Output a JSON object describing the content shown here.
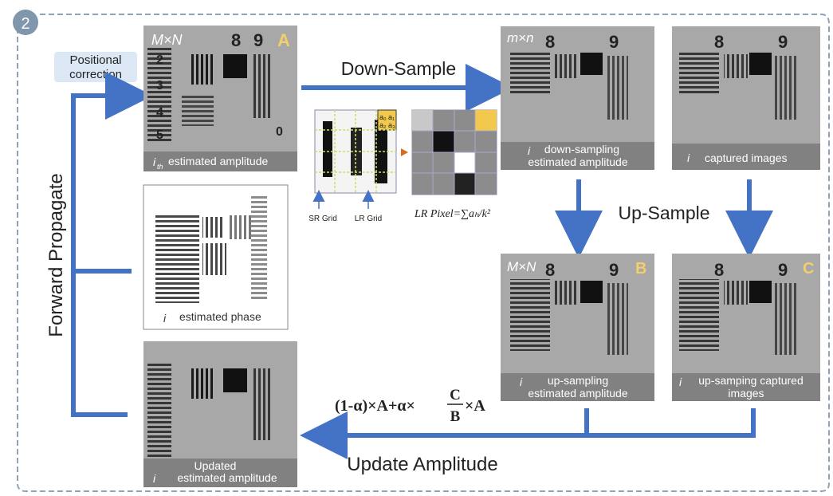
{
  "step_badge": "2",
  "positional_correction": [
    "Positional",
    "correction"
  ],
  "forward_propagate": "Forward Propagate",
  "down_sample": "Down-Sample",
  "up_sample": "Up-Sample",
  "update_amplitude": "Update Amplitude",
  "panel_a": {
    "size": "M×N",
    "letter": "A",
    "caption_sub": "th",
    "caption": "estimated amplitude"
  },
  "panel_down": {
    "size": "m×n",
    "caption_line1": "down-sampling",
    "caption_line2": "estimated amplitude"
  },
  "panel_captured": {
    "caption": "captured images"
  },
  "panel_phase": {
    "caption": "estimated phase"
  },
  "panel_b": {
    "size": "M×N",
    "letter": "B",
    "caption_line1": "up-sampling",
    "caption_line2": "estimated amplitude"
  },
  "panel_c": {
    "letter": "C",
    "caption_line1": "up-samping captured",
    "caption_line2": "images"
  },
  "panel_updated": {
    "caption_line1": "Updated",
    "caption_line2": "estimated amplitude"
  },
  "caption_i": "i",
  "grid_labels": {
    "sr": "SR Grid",
    "lr": "LR Grid",
    "cell_a0": "a₀",
    "cell_a1": "a₁",
    "cell_a2": "a₂",
    "cell_a3": "a₃"
  },
  "lr_formula": "LR Pixel=∑aₕ/k²",
  "update_formula": {
    "left": "(1-α)×A+α×",
    "num": "C",
    "den": "B",
    "right": "×A"
  },
  "target_digits": [
    "2",
    "3",
    "4",
    "5",
    "8",
    "9",
    "0"
  ],
  "colors": {
    "border": "#8fa3b8",
    "arrow": "#4472c4",
    "badge": "#7f96ad",
    "accent_letter": "#f2cf6b",
    "caption_bg": "#7a7a7a",
    "panel_bg": "#a8a8a8"
  }
}
